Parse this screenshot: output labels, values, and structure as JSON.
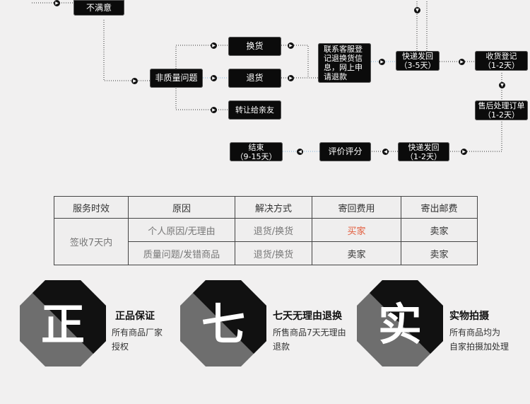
{
  "flow": {
    "unsatisfied": "不满意",
    "non_quality": "非质量问题",
    "exchange": "换货",
    "return": "退货",
    "transfer": "转让给亲友",
    "contact_cs": "联系客服登\n记退换货信\n息，网上申\n请退款",
    "ship_back_35": "快递发回\n（3-5天）",
    "receive_register": "收货登记\n（1-2天）",
    "after_sale": "售后处理订单\n（1-2天）",
    "ship_back_12": "快递发回\n（1-2天）",
    "review": "评价评分",
    "end": "结束\n（9-15天）"
  },
  "table": {
    "headers": [
      "服务时效",
      "原因",
      "解决方式",
      "寄回费用",
      "寄出邮费"
    ],
    "period": "签收7天内",
    "rows": [
      [
        "个人原因/无理由",
        "退货/换货",
        "买家",
        "卖家"
      ],
      [
        "质量问题/发错商品",
        "退货/换货",
        "卖家",
        "卖家"
      ]
    ]
  },
  "badges": [
    {
      "char": "正",
      "title": "正品保证",
      "desc": "所有商品厂家\n授权"
    },
    {
      "char": "七",
      "title": "七天无理由退换",
      "desc": "所售商品7天无理由\n退款"
    },
    {
      "char": "实",
      "title": "实物拍摄",
      "desc": "所有商品均为\n自家拍摄加处理"
    }
  ],
  "colors": {
    "box": "#0b0b0b",
    "badge_dark": "#111111",
    "badge_gray": "#6e6e6e",
    "accent_red": "#e25c3c",
    "line_blue": "#7fb5db"
  }
}
